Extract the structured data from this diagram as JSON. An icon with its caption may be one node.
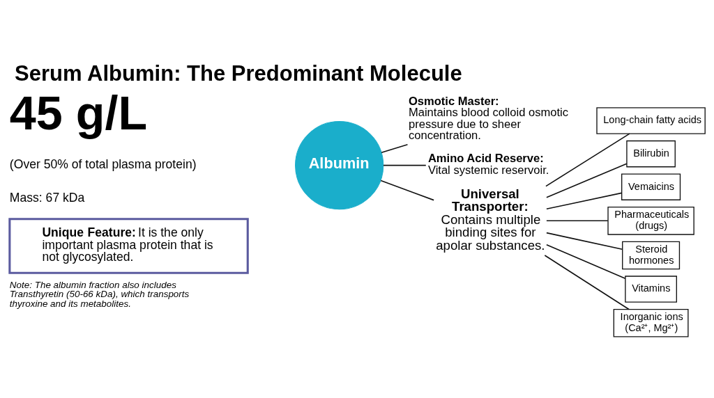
{
  "diagram": {
    "title": "Serum Albumin: The Predominant Molecule",
    "nodes": [
      {
        "text": [
          "Unique Feature:",
          "It is the only important plasma protein that is not glycosylated."
        ]
      },
      {
        "text": [
          "Albumin"
        ]
      },
      {
        "text": [
          "Osmotic Master:",
          "Maintains blood colloid osmotic pressure due to sheer concentration."
        ]
      },
      {
        "text": [
          "Amino Acid Reserve:",
          "Vital systemic reservoir."
        ]
      },
      {
        "text": [
          "Universal Transporter:",
          "Contains multiple binding sites for apolar substances."
        ]
      },
      {
        "text": [
          "Long-chain fatty acids"
        ]
      },
      {
        "text": [
          "Bilirubin"
        ]
      },
      {
        "text": [
          "Vemaicins"
        ]
      },
      {
        "text": [
          "Pharmaceuticals (drugs)"
        ]
      },
      {
        "text": [
          "Steroid hormones"
        ]
      },
      {
        "text": [
          "Vitamins"
        ]
      },
      {
        "text": [
          "Inorganic ions (Ca²⁺, Mg²⁺)"
        ]
      }
    ],
    "edges": [
      {
        "from": 1,
        "to": 2,
        "arrow": "none"
      },
      {
        "from": 1,
        "to": 3,
        "arrow": "none"
      },
      {
        "from": 1,
        "to": 4,
        "arrow": "none"
      },
      {
        "from": 4,
        "to": 5,
        "arrow": "none"
      },
      {
        "from": 4,
        "to": 6,
        "arrow": "none"
      },
      {
        "from": 4,
        "to": 7,
        "arrow": "none"
      },
      {
        "from": 4,
        "to": 8,
        "arrow": "none"
      },
      {
        "from": 4,
        "to": 9,
        "arrow": "none"
      },
      {
        "from": 4,
        "to": 10,
        "arrow": "none"
      },
      {
        "from": 4,
        "to": 11,
        "arrow": "none"
      }
    ],
    "labels": [
      "45 g/L",
      "(Over 50% of total plasma protein)",
      "Mass: 67 kDa",
      "Note: The albumin fraction also includes Transthyretin (50-66 kDa), which transports thyroxine and its metabolites."
    ]
  }
}
